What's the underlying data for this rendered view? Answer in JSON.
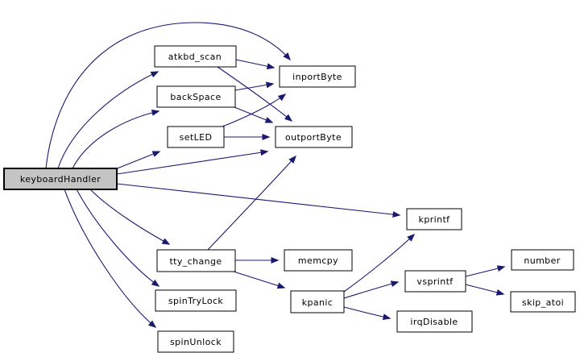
{
  "diagram": {
    "kind": "function-call-graph",
    "colors": {
      "edge": "#191970",
      "node_fill": "#ffffff",
      "node_border": "#000000",
      "focus_node_fill": "#c4c4c4",
      "background": "#ffffff",
      "text": "#000000"
    },
    "nodes": {
      "keyboardHandler": {
        "label": "keyboardHandler",
        "highlighted": true
      },
      "atkbd_scan": {
        "label": "atkbd_scan"
      },
      "backSpace": {
        "label": "backSpace"
      },
      "setLED": {
        "label": "setLED"
      },
      "inportByte": {
        "label": "inportByte"
      },
      "outportByte": {
        "label": "outportByte"
      },
      "kprintf": {
        "label": "kprintf"
      },
      "tty_change": {
        "label": "tty_change"
      },
      "memcpy": {
        "label": "memcpy"
      },
      "spinTryLock": {
        "label": "spinTryLock"
      },
      "kpanic": {
        "label": "kpanic"
      },
      "vsprintf": {
        "label": "vsprintf"
      },
      "irqDisable": {
        "label": "irqDisable"
      },
      "number": {
        "label": "number"
      },
      "skip_atoi": {
        "label": "skip_atoi"
      },
      "spinUnlock": {
        "label": "spinUnlock"
      }
    },
    "edges": [
      {
        "from": "keyboardHandler",
        "to": "atkbd_scan"
      },
      {
        "from": "keyboardHandler",
        "to": "backSpace"
      },
      {
        "from": "keyboardHandler",
        "to": "setLED"
      },
      {
        "from": "keyboardHandler",
        "to": "inportByte"
      },
      {
        "from": "keyboardHandler",
        "to": "outportByte"
      },
      {
        "from": "keyboardHandler",
        "to": "kprintf"
      },
      {
        "from": "keyboardHandler",
        "to": "tty_change"
      },
      {
        "from": "keyboardHandler",
        "to": "spinTryLock"
      },
      {
        "from": "keyboardHandler",
        "to": "spinUnlock"
      },
      {
        "from": "atkbd_scan",
        "to": "inportByte"
      },
      {
        "from": "atkbd_scan",
        "to": "outportByte"
      },
      {
        "from": "backSpace",
        "to": "inportByte"
      },
      {
        "from": "backSpace",
        "to": "outportByte"
      },
      {
        "from": "setLED",
        "to": "inportByte"
      },
      {
        "from": "setLED",
        "to": "outportByte"
      },
      {
        "from": "tty_change",
        "to": "memcpy"
      },
      {
        "from": "tty_change",
        "to": "outportByte"
      },
      {
        "from": "tty_change",
        "to": "kpanic"
      },
      {
        "from": "kpanic",
        "to": "kprintf"
      },
      {
        "from": "kpanic",
        "to": "vsprintf"
      },
      {
        "from": "kpanic",
        "to": "irqDisable"
      },
      {
        "from": "vsprintf",
        "to": "number"
      },
      {
        "from": "vsprintf",
        "to": "skip_atoi"
      }
    ]
  }
}
